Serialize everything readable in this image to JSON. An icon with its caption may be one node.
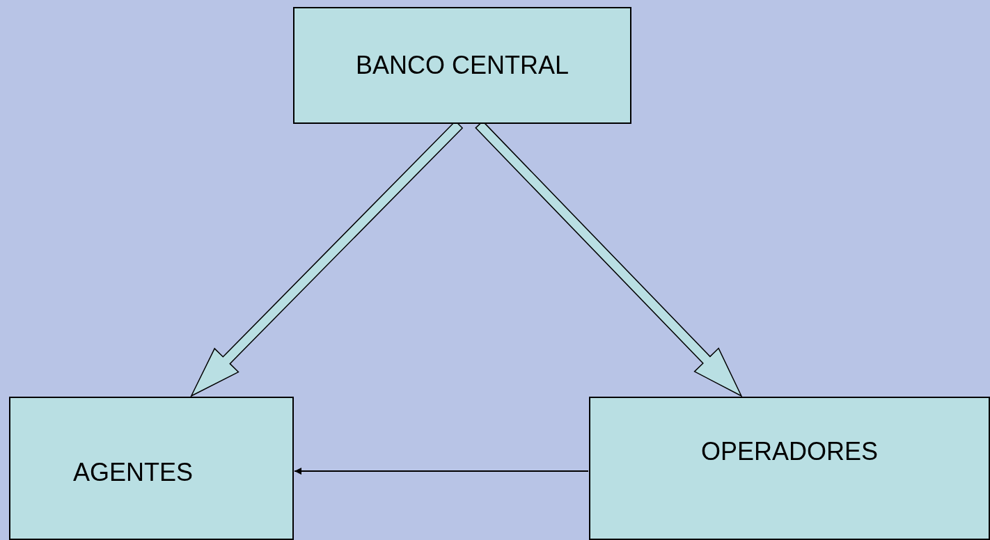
{
  "diagram": {
    "nodes": [
      {
        "text": [
          "BANCO CENTRAL"
        ]
      },
      {
        "text": [
          "AGENTES"
        ]
      },
      {
        "text": [
          "OPERADORES"
        ]
      }
    ],
    "edges": [
      {
        "from": 0,
        "to": 1,
        "arrow": "to",
        "style": "thick"
      },
      {
        "from": 0,
        "to": 2,
        "arrow": "to",
        "style": "thick"
      },
      {
        "from": 2,
        "to": 1,
        "arrow": "to"
      }
    ]
  }
}
